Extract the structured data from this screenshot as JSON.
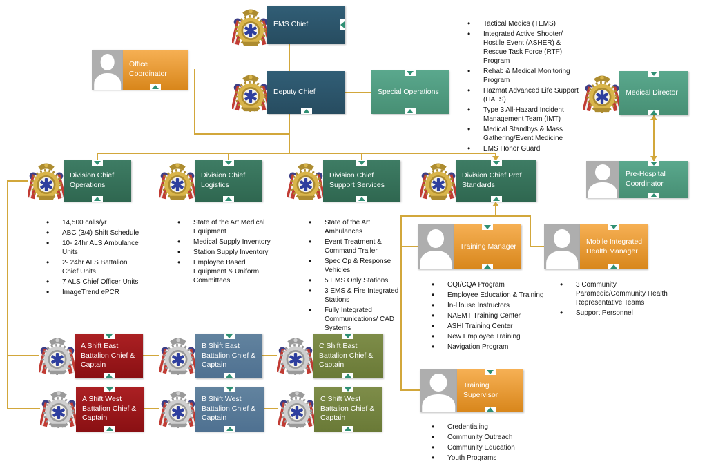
{
  "palette": {
    "connector_gold": "#D2A73B",
    "navy": "#2D566C",
    "green": "#4F9C80",
    "dark_green": "#38745D",
    "orange": "#E8962B",
    "dark_red": "#9A1518",
    "steel_blue": "#5C7E9E",
    "olive": "#75843F",
    "marker_teal": "#2F8F73",
    "person_gray": "#AEAEAE",
    "badge_gold": "#D9B54A",
    "badge_silver": "#CFCFCF"
  },
  "icons": {
    "badge_gold": "ems-badge-gold-icon",
    "badge_silver": "ems-badge-silver-icon",
    "person": "person-silhouette-icon"
  },
  "nodes": {
    "ems_chief": {
      "label": "EMS Chief"
    },
    "deputy_chief": {
      "label": "Deputy Chief"
    },
    "special_operations": {
      "label": "Special Operations"
    },
    "office_coordinator": {
      "label": "Office Coordinator"
    },
    "medical_director": {
      "label": "Medical Director"
    },
    "pre_hospital_coordinator": {
      "label": "Pre-Hospital Coordinator"
    },
    "division_operations": {
      "label": "Division Chief Operations"
    },
    "division_logistics": {
      "label": "Division Chief Logistics"
    },
    "division_support_services": {
      "label": "Division Chief Support Services"
    },
    "division_prof_standards": {
      "label": "Division Chief Prof Standards"
    },
    "training_manager": {
      "label": "Training Manager"
    },
    "mih_manager": {
      "label": "Mobile Integrated Health Manager"
    },
    "training_supervisor": {
      "label": "Training Supervisor"
    },
    "a_shift_east": {
      "label": "A Shift East Battalion Chief & Captain"
    },
    "b_shift_east": {
      "label": "B Shift East Battalion Chief & Captain"
    },
    "c_shift_east": {
      "label": "C Shift East Battalion Chief & Captain"
    },
    "a_shift_west": {
      "label": "A Shift West Battalion Chief & Captain"
    },
    "b_shift_west": {
      "label": "B Shift West Battalion Chief & Captain"
    },
    "c_shift_west": {
      "label": "C Shift West Battalion Chief & Captain"
    }
  },
  "lists": {
    "special_operations": {
      "items": [
        "Tactical Medics (TEMS)",
        "Integrated Active Shooter/ Hostile Event (ASHER) & Rescue Task Force (RTF) Program",
        "Rehab & Medical Monitoring Program",
        "Hazmat Advanced Life Support (HALS)",
        "Type 3 All-Hazard Incident Management Team (IMT)",
        "Medical Standbys & Mass Gathering/Event Medicine",
        "EMS Honor Guard"
      ]
    },
    "operations": {
      "items": [
        "14,500 calls/yr",
        "ABC (3/4) Shift Schedule",
        "10- 24hr ALS Ambulance Units",
        "2- 24hr ALS Battalion Chief Units",
        "7 ALS Chief Officer Units",
        "ImageTrend ePCR"
      ]
    },
    "logistics": {
      "items": [
        "State of the Art Medical Equipment",
        "Medical Supply Inventory",
        "Station Supply Inventory",
        "Employee Based Equipment & Uniform Committees"
      ]
    },
    "support_services": {
      "items": [
        "State of the Art Ambulances",
        "Event Treatment & Command Trailer",
        "Spec Op & Response Vehicles",
        "5 EMS Only Stations",
        "3 EMS & Fire Integrated Stations",
        "Fully Integrated Communications/ CAD Systems"
      ]
    },
    "training_manager": {
      "items": [
        "CQI/CQA Program",
        "Employee Education & Training",
        "In-House Instructors",
        "NAEMT Training Center",
        "ASHI Training Center",
        "New Employee Training",
        "Navigation Program"
      ]
    },
    "mih_manager": {
      "items": [
        "3 Community Paramedic/Community Health Representative Teams",
        "Support Personnel"
      ]
    },
    "training_supervisor": {
      "items": [
        "Credentialing",
        "Community Outreach",
        "Community Education",
        "Youth Programs"
      ]
    }
  }
}
